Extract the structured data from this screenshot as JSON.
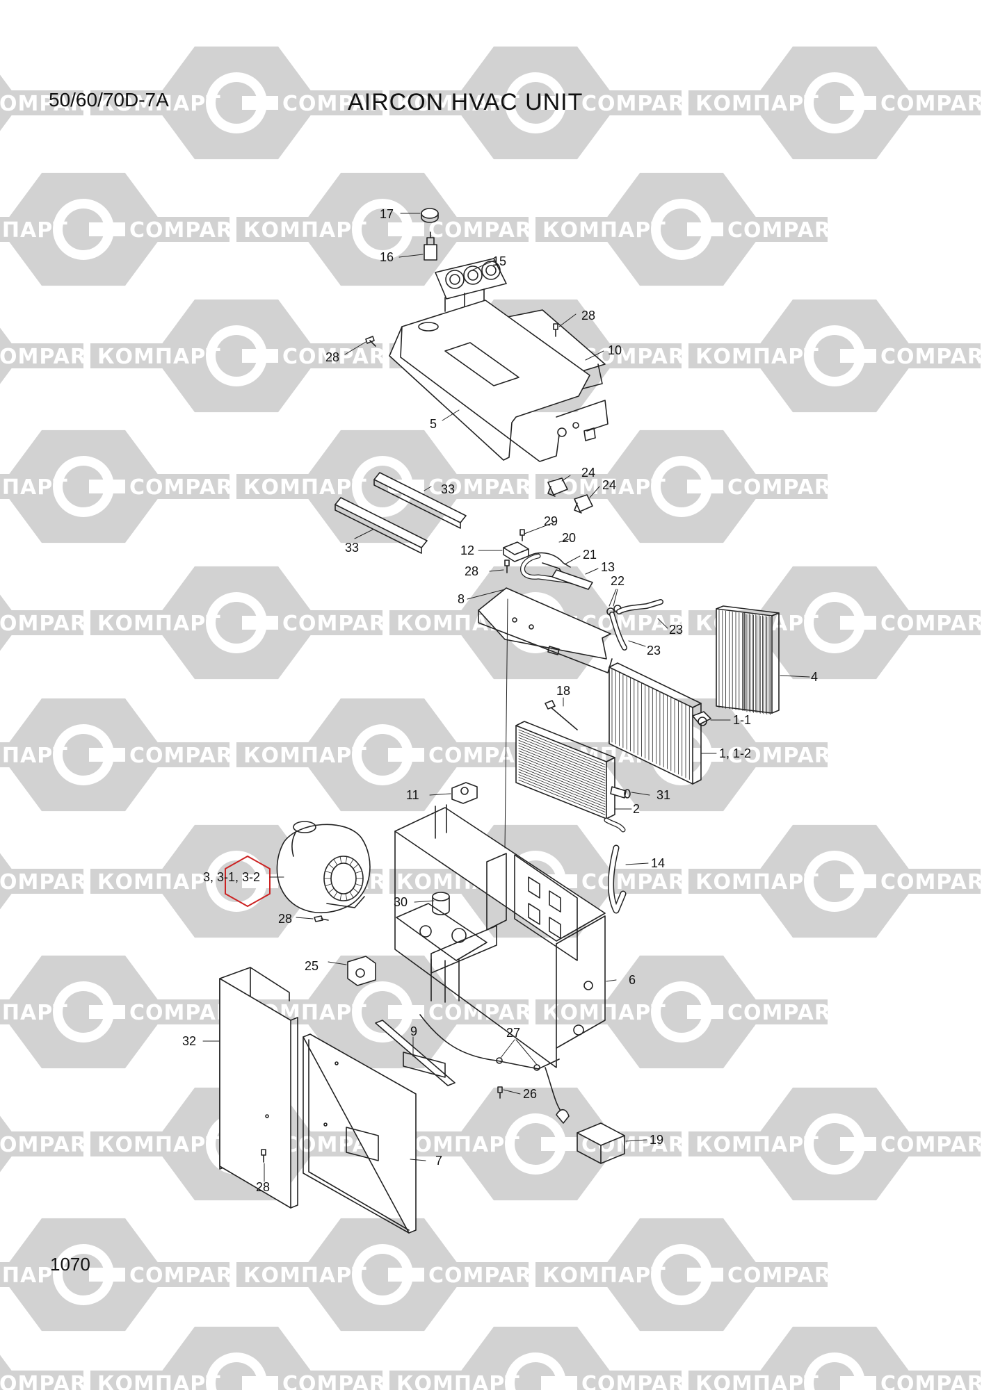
{
  "header": {
    "model": "50/60/70D-7A",
    "title": "AIRCON HVAC UNIT"
  },
  "footer": {
    "page_number": "1070"
  },
  "watermark": {
    "text_cyrillic": "КОМПАРТ",
    "text_latin": "COMPART",
    "color": "#d2d2d2"
  },
  "highlight_color": "#cc2222",
  "callouts": {
    "c17": "17",
    "c16": "16",
    "c15": "15",
    "c28a": "28",
    "c28b": "28",
    "c10": "10",
    "c5": "5",
    "c24a": "24",
    "c24b": "24",
    "c33a": "33",
    "c33b": "33",
    "c29": "29",
    "c20": "20",
    "c12": "12",
    "c21": "21",
    "c28c": "28",
    "c13": "13",
    "c22": "22",
    "c8": "8",
    "c23a": "23",
    "c23b": "23",
    "c4": "4",
    "c18": "18",
    "c1_1": "1-1",
    "c1_12": "1, 1-2",
    "c11": "11",
    "c31": "31",
    "c2": "2",
    "c14": "14",
    "c3": "3, 3-1, 3-2",
    "c30": "30",
    "c28d": "28",
    "c25": "25",
    "c6": "6",
    "c32": "32",
    "c9": "9",
    "c27": "27",
    "c26": "26",
    "c19": "19",
    "c7": "7",
    "c28e": "28"
  }
}
